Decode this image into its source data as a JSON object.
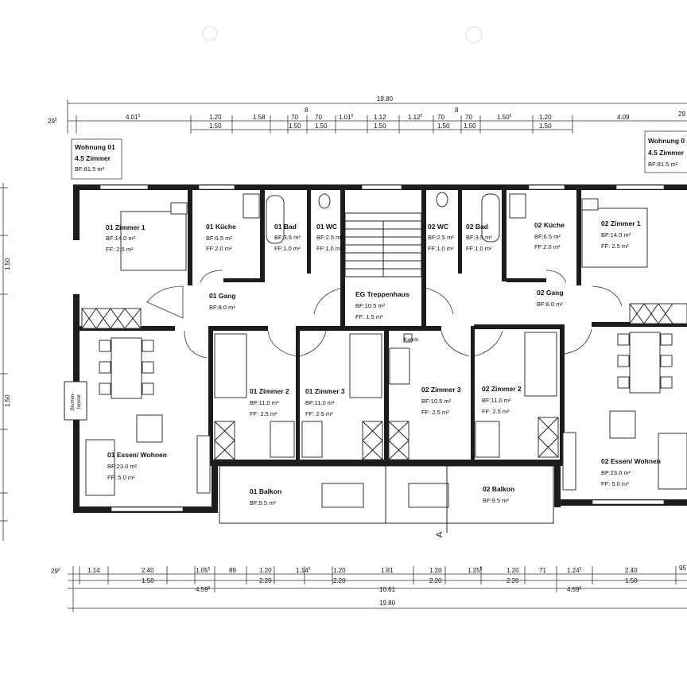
{
  "dimensions_top": {
    "total": "19.80",
    "left_offset": "29",
    "left_offset_sup": "5",
    "right_offset": "29",
    "row1": [
      {
        "text": "4.01",
        "sup": "5"
      },
      {
        "text": "1.20"
      },
      {
        "text": "1.58"
      },
      {
        "text": "70"
      },
      {
        "text": "8"
      },
      {
        "text": "70"
      },
      {
        "text": "1.01",
        "sup": "5"
      },
      {
        "text": "1.12"
      },
      {
        "text": "1.12",
        "sup": "5"
      },
      {
        "text": "70"
      },
      {
        "text": "8"
      },
      {
        "text": "70"
      },
      {
        "text": "1.50",
        "sup": "5"
      },
      {
        "text": "1.20"
      },
      {
        "text": "4.09"
      }
    ],
    "row2": [
      "1.50",
      "1.50",
      "1.50",
      "1.50",
      "1.50",
      "1.50",
      "1.50"
    ]
  },
  "dimensions_bottom": {
    "left_offset": "29",
    "left_offset_sup": "5",
    "right_offset": "95",
    "row1": [
      {
        "text": "1.14"
      },
      {
        "text": "2.40"
      },
      {
        "text": "1.05",
        "sup": "5"
      },
      {
        "text": "89"
      },
      {
        "text": "1.20"
      },
      {
        "text": "1.14",
        "sup": "5"
      },
      {
        "text": "1.20"
      },
      {
        "text": "1.81"
      },
      {
        "text": "1.20"
      },
      {
        "text": "1.25",
        "sup": "5"
      },
      {
        "text": "1.20"
      },
      {
        "text": "71"
      },
      {
        "text": "1.24",
        "sup": "5"
      },
      {
        "text": "2.40"
      }
    ],
    "row2": [
      "1.50",
      "2.20",
      "2.20",
      "2.20",
      "2.20",
      "1.50"
    ],
    "row3": [
      {
        "text": "4.59",
        "sup": "5"
      },
      {
        "text": "10.61"
      },
      {
        "text": "4.59",
        "sup": "5"
      }
    ],
    "total": "19.80"
  },
  "dimensions_left": [
    "1.50",
    "1.50"
  ],
  "apartments": [
    {
      "title": "Wohnung 01",
      "rooms": "4.5 Zimmer",
      "area": "BF:81.5 m²"
    },
    {
      "title": "Wohnung 0",
      "rooms": "4.5 Zimmer",
      "area": "BF:81.5 m²"
    }
  ],
  "rooms": [
    {
      "id": "01-zimmer-1",
      "name": "01 Zimmer 1",
      "bf": "BF:14.0 m²",
      "ff": "FF:  2.5 m²"
    },
    {
      "id": "01-kueche",
      "name": "01 Küche",
      "bf": "BF:6.5 m²",
      "ff": "FF:2.0 m²"
    },
    {
      "id": "01-bad",
      "name": "01 Bad",
      "bf": "BF:3.5 m²",
      "ff": "FF:1.0 m²"
    },
    {
      "id": "01-wc",
      "name": "01 WC",
      "bf": "BF:2.5 m²",
      "ff": "FF:1.0 m²"
    },
    {
      "id": "02-wc",
      "name": "02 WC",
      "bf": "BF:2.5 m²",
      "ff": "FF:1.0 m²"
    },
    {
      "id": "02-bad",
      "name": "02 Bad",
      "bf": "BF:3.5 m²",
      "ff": "FF:1.0 m²"
    },
    {
      "id": "02-kueche",
      "name": "02 Küche",
      "bf": "BF:6.5 m²",
      "ff": "FF:2.0 m²"
    },
    {
      "id": "02-zimmer-1",
      "name": "02 Zimmer 1",
      "bf": "BF:14.0 m²",
      "ff": "FF:  2.5 m²"
    },
    {
      "id": "01-gang",
      "name": "01 Gang",
      "bf": "BF:8.0 m²",
      "ff": ""
    },
    {
      "id": "eg-treppenhaus",
      "name": "EG Treppenhaus",
      "bf": "BF:10.5 m²",
      "ff": "FF:  1.5 m²"
    },
    {
      "id": "02-gang",
      "name": "02 Gang",
      "bf": "BF:8.0 m²",
      "ff": ""
    },
    {
      "id": "01-zimmer-2",
      "name": "01 Zimmer 2",
      "bf": "BF:11.0 m²",
      "ff": "FF:  2.5 m²"
    },
    {
      "id": "01-zimmer-3",
      "name": "01 Zimmer 3",
      "bf": "BF:11.0 m²",
      "ff": "FF:  2.5 m²"
    },
    {
      "id": "02-zimmer-3",
      "name": "02 Zimmer 3",
      "bf": "BF:10.5 m²",
      "ff": "FF:  2.5 m²"
    },
    {
      "id": "02-zimmer-2",
      "name": "02 Zimmer 2",
      "bf": "BF:11.0 m²",
      "ff": "FF:  2.5 m²"
    },
    {
      "id": "01-essen-wohnen",
      "name": "01 Essen/ Wohnen",
      "bf": "BF:23.0 m²",
      "ff": "FF:  5.0 m²"
    },
    {
      "id": "02-essen-wohnen",
      "name": "02 Essen/ Wohnen",
      "bf": "BF:23.0 m²",
      "ff": "FF:  5.0 m²"
    },
    {
      "id": "01-balkon",
      "name": "01 Balkon",
      "bf": "BF:9.5 m²",
      "ff": ""
    },
    {
      "id": "02-balkon",
      "name": "02 Balkon",
      "bf": "BF:9.5 m²",
      "ff": ""
    }
  ],
  "other_labels": {
    "kamin": "Kamin",
    "blumenfenster_1": "Blumen-",
    "blumenfenster_2": "fenster",
    "section_marker": "A"
  }
}
